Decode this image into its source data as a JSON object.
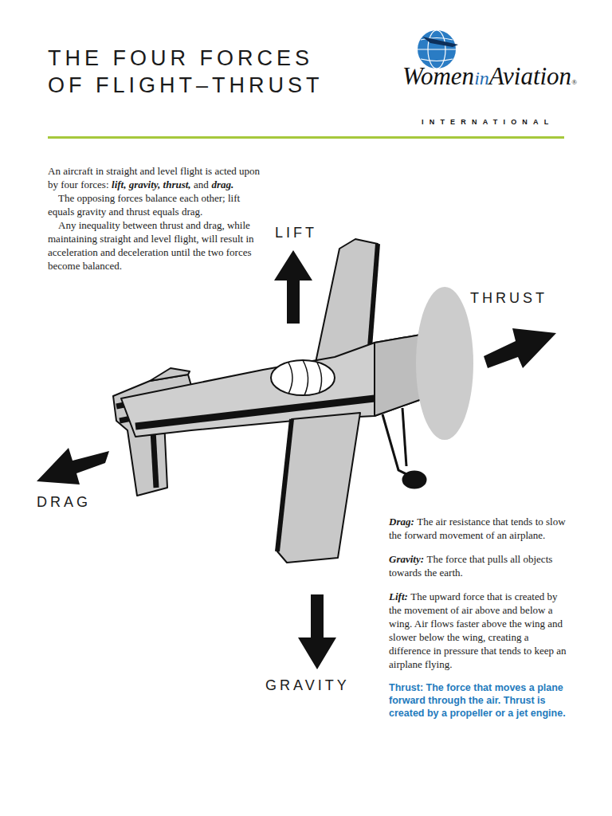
{
  "diagram": {
    "title": "THE FOUR FORCES OF FLIGHT–THRUST",
    "labels": [
      "Women",
      "in",
      "Aviation",
      "®",
      "INTERNATIONAL",
      "An aircraft in straight and level flight is acted upon by four forces:",
      "lift, gravity, thrust,",
      "and",
      "drag.",
      "The opposing forces balance each other; lift equals gravity and thrust equals drag.",
      "Any inequality between thrust and drag, while maintaining straight and level flight, will result in acceleration and deceleration until the two forces become balanced.",
      "LIFT",
      "THRUST",
      "DRAG",
      "GRAVITY",
      "Drag:",
      "The air resistance that tends to slow the forward movement of an airplane.",
      "Gravity:",
      "The force that pulls all objects towards the earth.",
      "Lift:",
      "The upward force that is created by the movement of air above and below a wing. Air flows faster above the wing and slower below the wing, creating a difference in pressure that tends to keep an airplane flying.",
      "Thrust: The force that moves a plane forward through the air. Thrust is created by a propeller or a jet engine."
    ]
  }
}
